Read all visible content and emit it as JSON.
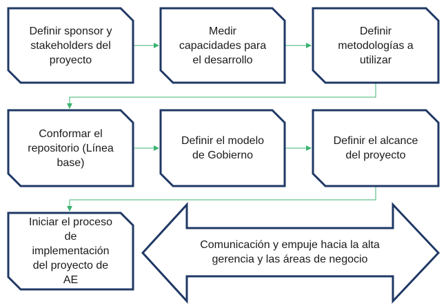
{
  "colors": {
    "box_fill": "#ffffff",
    "box_stroke": "#1f3864",
    "connector": "#3cb371",
    "text": "#1a1a1a"
  },
  "steps": [
    {
      "label": "Definir sponsor y\nstakeholders del\nproyecto"
    },
    {
      "label": "Medir\ncapacidades para\nel desarrollo"
    },
    {
      "label": "Definir\nmetodologías a\nutilizar"
    },
    {
      "label": "Conformar el\nrepositorio (Línea\nbase)"
    },
    {
      "label": "Definir el modelo\nde Gobierno"
    },
    {
      "label": "Definir el alcance\ndel proyecto"
    },
    {
      "label": "Iniciar el proceso\nde\nimplementación\ndel proyecto de\nAE"
    }
  ],
  "banner": {
    "label": "Comunicación y empuje hacia la alta\ngerencia y las áreas de negocio"
  }
}
